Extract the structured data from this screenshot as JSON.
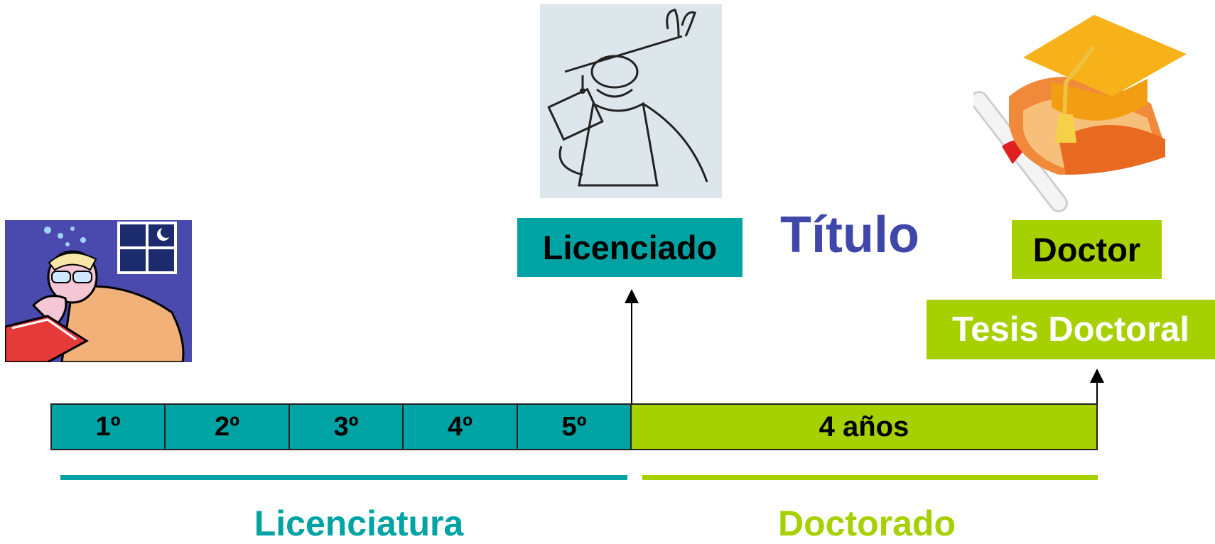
{
  "timeline": {
    "years": [
      "1º",
      "2º",
      "3º",
      "4º",
      "5º"
    ],
    "doctorate_duration": "4 años"
  },
  "labels": {
    "licenciado": "Licenciado",
    "titulo": "Título",
    "doctor": "Doctor",
    "tesis": "Tesis Doctoral"
  },
  "phases": {
    "licenciatura": "Licenciatura",
    "doctorado": "Doctorado"
  },
  "colors": {
    "teal": "#00a3a3",
    "lime": "#a6d000",
    "title_blue": "#3f48a8"
  },
  "illustrations": [
    "student-reading-illustration",
    "graduate-cartoon-illustration",
    "graduation-cap-books-illustration"
  ]
}
